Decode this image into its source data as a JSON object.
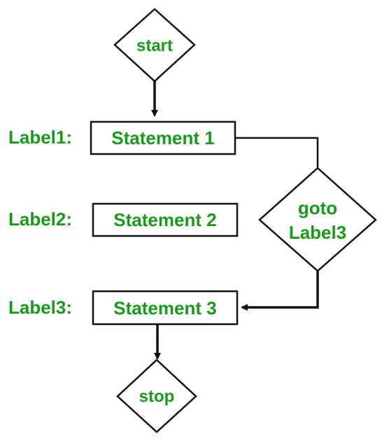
{
  "diagram": {
    "start_label": "start",
    "stop_label": "stop",
    "goto_line1": "goto",
    "goto_line2": "Label3",
    "statements": [
      {
        "label": "Label1:",
        "text": "Statement 1"
      },
      {
        "label": "Label2:",
        "text": "Statement 2"
      },
      {
        "label": "Label3:",
        "text": "Statement 3"
      }
    ],
    "colors": {
      "text": "#1a9a1a",
      "stroke": "#111111",
      "fill": "#ffffff"
    }
  }
}
